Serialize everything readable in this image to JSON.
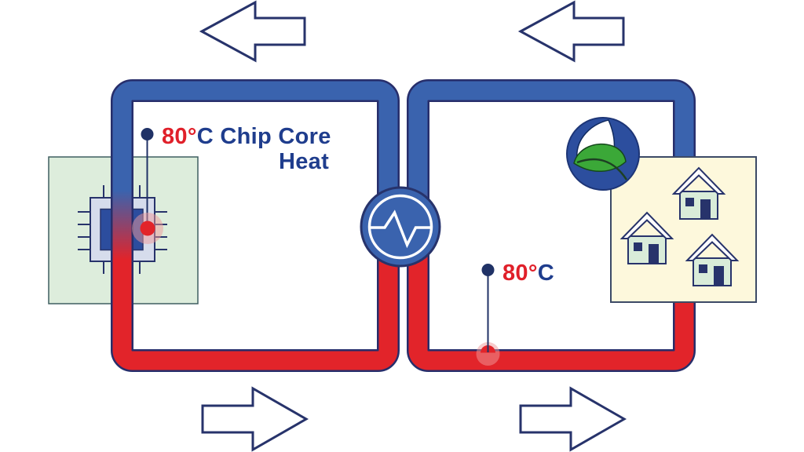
{
  "scene": {
    "description": "Chip core heat reuse diagram: coolant loop from chip through heat exchanger to district heating houses",
    "background": "#ffffff",
    "left_loop_label": {
      "temp": "80°",
      "rest": "C Chip Core",
      "line2": "Heat"
    },
    "right_loop_label": {
      "temp": "80°",
      "rest": "C"
    },
    "houses_count": 3
  },
  "colors": {
    "pipe_blue": "#3a63ae",
    "pipe_red": "#e2242a",
    "pipe_outline": "#272e6b",
    "navy": "#27336b",
    "text_red": "#e0202a",
    "text_blue": "#1f3d8d",
    "marker_navy": "#203266",
    "chip_panel_green": "#ddeddc",
    "chip_panel_border": "#3f5f60",
    "chip_body": "#d6dcec",
    "chip_core_blue": "#2c4d9e",
    "exchanger_blue": "#3a63ae",
    "leaf_circle_blue": "#2c4e9e",
    "leaf_green": "#3ba838",
    "stem_dark": "#1d4023",
    "cream_panel": "#fdf8dc",
    "cream_panel_border": "#3c4a66",
    "house_wall_green": "#d9ecd9",
    "glow_pink": "#f09a9a",
    "white": "#ffffff"
  },
  "icons": [
    {
      "name": "flow-arrow-top-left",
      "direction": "left"
    },
    {
      "name": "flow-arrow-top-right",
      "direction": "left"
    },
    {
      "name": "flow-arrow-bottom-left",
      "direction": "right"
    },
    {
      "name": "flow-arrow-bottom-right",
      "direction": "right"
    },
    {
      "name": "chip-icon"
    },
    {
      "name": "heat-exchanger-icon"
    },
    {
      "name": "leaf-icon"
    },
    {
      "name": "house-icon"
    }
  ]
}
